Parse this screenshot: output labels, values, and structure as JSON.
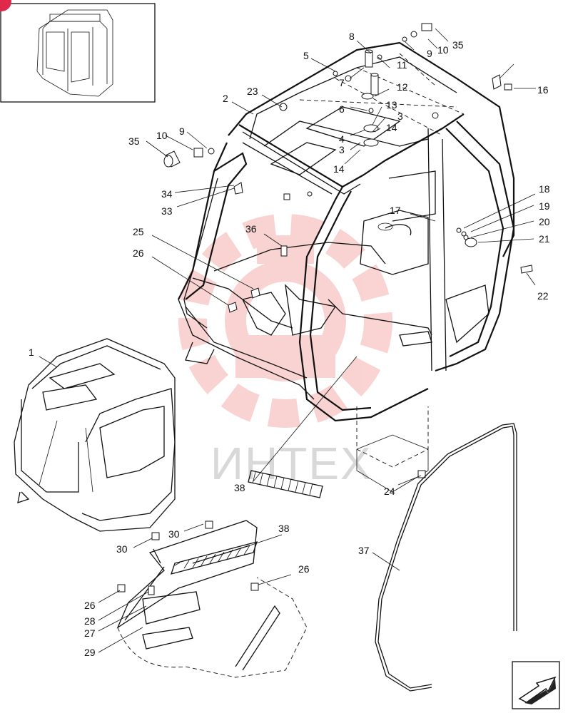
{
  "watermark": {
    "text": "ИНТЕХ",
    "gear_color": "#f08080"
  },
  "inset_badge": {
    "color": "#e0284a"
  },
  "callouts": [
    {
      "id": "c8",
      "label": "8"
    },
    {
      "id": "c5",
      "label": "5"
    },
    {
      "id": "c11",
      "label": "11"
    },
    {
      "id": "c9a",
      "label": "9"
    },
    {
      "id": "c10a",
      "label": "10"
    },
    {
      "id": "c35a",
      "label": "35"
    },
    {
      "id": "c7",
      "label": "7"
    },
    {
      "id": "c2",
      "label": "2"
    },
    {
      "id": "c23",
      "label": "23"
    },
    {
      "id": "c12",
      "label": "12"
    },
    {
      "id": "c16",
      "label": "16"
    },
    {
      "id": "c6",
      "label": "6"
    },
    {
      "id": "c13",
      "label": "13"
    },
    {
      "id": "c3a",
      "label": "3"
    },
    {
      "id": "c14a",
      "label": "14"
    },
    {
      "id": "c4",
      "label": "4"
    },
    {
      "id": "c3b",
      "label": "3"
    },
    {
      "id": "c14b",
      "label": "14"
    },
    {
      "id": "c35b",
      "label": "35"
    },
    {
      "id": "c10b",
      "label": "10"
    },
    {
      "id": "c9b",
      "label": "9"
    },
    {
      "id": "c34",
      "label": "34"
    },
    {
      "id": "c33",
      "label": "33"
    },
    {
      "id": "c18",
      "label": "18"
    },
    {
      "id": "c17",
      "label": "17"
    },
    {
      "id": "c19",
      "label": "19"
    },
    {
      "id": "c20",
      "label": "20"
    },
    {
      "id": "c21",
      "label": "21"
    },
    {
      "id": "c36",
      "label": "36"
    },
    {
      "id": "c25",
      "label": "25"
    },
    {
      "id": "c26a",
      "label": "26"
    },
    {
      "id": "c22",
      "label": "22"
    },
    {
      "id": "c1",
      "label": "1"
    },
    {
      "id": "c38a",
      "label": "38"
    },
    {
      "id": "c24",
      "label": "24"
    },
    {
      "id": "c30a",
      "label": "30"
    },
    {
      "id": "c30b",
      "label": "30"
    },
    {
      "id": "c38b",
      "label": "38"
    },
    {
      "id": "c37",
      "label": "37"
    },
    {
      "id": "c26b",
      "label": "26"
    },
    {
      "id": "c26c",
      "label": "26"
    },
    {
      "id": "c28",
      "label": "28"
    },
    {
      "id": "c27",
      "label": "27"
    },
    {
      "id": "c29",
      "label": "29"
    }
  ]
}
